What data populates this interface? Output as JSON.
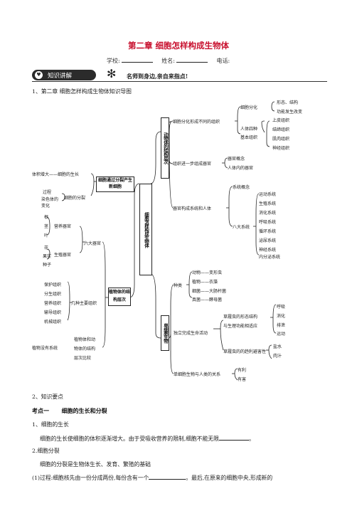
{
  "header": {
    "title": "第二章  细胞怎样构成生物体",
    "school_label": "学校:",
    "name_label": "姓名:",
    "phone_label": "电话:",
    "banner_label": "知识讲解",
    "motto": "名师到身边,亲自来指点!"
  },
  "section1_heading": "1、第二章  细胞怎样构成生物体知识导图",
  "mindmap": {
    "center": "细胞怎样构成生物体",
    "left": {
      "top_box": "细胞通过分裂产生新细胞",
      "growth": "体积增大——细胞的生长",
      "process": "过程",
      "change": "染色体的变化",
      "division": "细胞的分裂",
      "plant_box": "植物体的结构层次",
      "root": "根",
      "stem": "茎",
      "leaf": "叶",
      "veg_organ": "营养器官",
      "flower": "花",
      "fruit": "果实",
      "seed": "种子",
      "rep_organ": "生殖器官",
      "six_organs": "六大器官",
      "tissues": [
        "保护组织",
        "分生组织",
        "营养组织",
        "输导组织",
        "机械组织"
      ],
      "main_tissue": "几种主要组织",
      "no_system": "植物没有系统",
      "compare": [
        "植物体和动",
        "物体的结构",
        "层次比较"
      ]
    },
    "right": {
      "animal_box": "动物体的结构层次",
      "tissue_form": "细胞分化形成不同的组织",
      "differentiation": "细胞分化",
      "diff_results": [
        "形态、结构",
        "功能发生改变"
      ],
      "human_four": [
        "人体四种",
        "基本组织"
      ],
      "human_tissues": [
        "上皮组织",
        "结缔组织",
        "肌肉组织",
        "神经组织"
      ],
      "organ_form": "组织进一步组成器官",
      "organ_items": [
        "器官概念",
        "人体内的器官"
      ],
      "system_form": "器官构成系统和人体",
      "system_concept": "系统概念",
      "eight_systems": "八大系统",
      "systems": [
        "运动系统",
        "生殖系统",
        "消化系统",
        "呼吸系统",
        "循环系统",
        "泌尿系统",
        "神经系统",
        "内分泌系统"
      ],
      "single_box": "单细胞生物",
      "species": "种类",
      "species_items": [
        "动物——变形虫",
        "植物——衣藻",
        "细菌——大肠杆菌",
        "真菌——酵母菌"
      ],
      "independent": "独立完成生命活动",
      "para_links": [
        "草履虫的形态结构",
        "与生理功能相适应"
      ],
      "para_funcs": [
        "呼吸",
        "消化",
        "排泄",
        "运动"
      ],
      "para_stress": "草履虫的的趋利避害性",
      "stress_items": [
        "盐水",
        "肉汁"
      ],
      "relation": "单细胞生物与人类的关系",
      "relation_items": [
        "有利",
        "有害"
      ]
    }
  },
  "section2_heading": "2、知识要点",
  "point1": {
    "label": "考点一",
    "title": "细胞的生长和分裂"
  },
  "growth_heading": "1、细胞的生长",
  "growth_text_a": "细胞的生长使细胞的体积逐渐增大。由于受吸收营养的限制,细胞不能无限",
  "growth_text_b": "。",
  "division_heading": "2.细胞分裂",
  "division_text": "细胞的分裂是生物体生长、发育、繁殖的基础",
  "process_text_a": "(1)过程:细胞核先由一份分成两份,每份含有一个",
  "process_text_b": "。最后,在原来的细胞中央,形成新的"
}
